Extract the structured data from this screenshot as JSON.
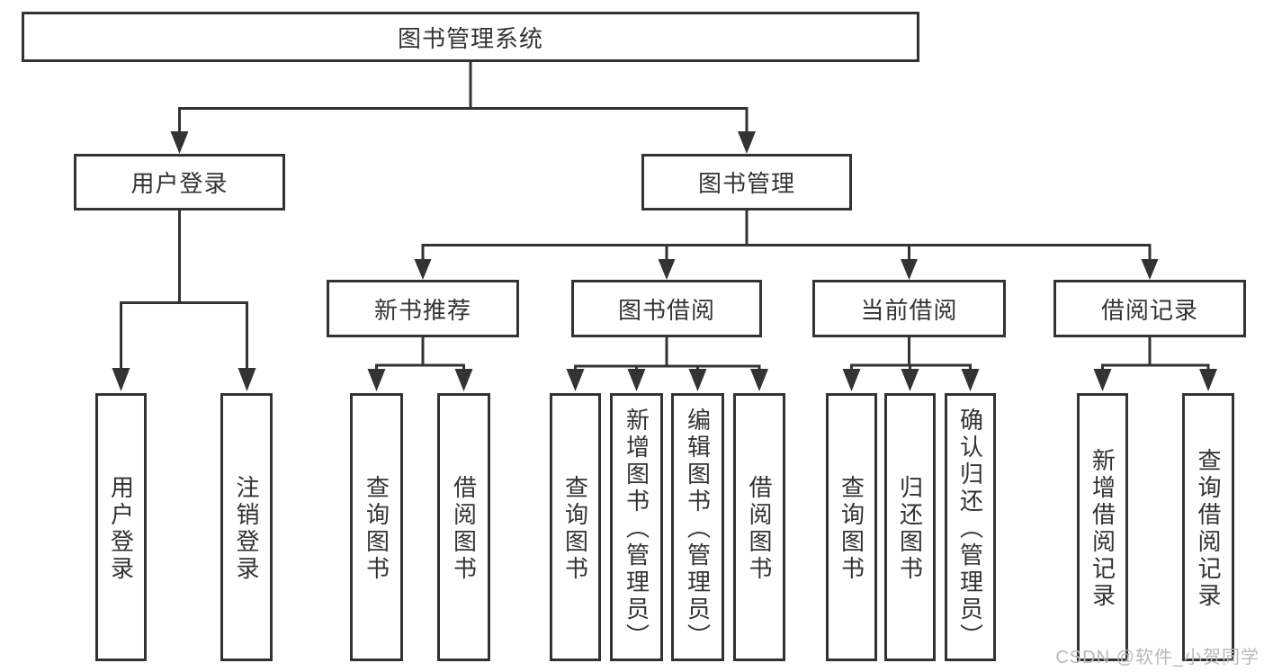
{
  "tree": {
    "label": "图书管理系统",
    "children": [
      {
        "label": "用户登录",
        "children": [
          {
            "label": "用户登录"
          },
          {
            "label": "注销登录"
          }
        ]
      },
      {
        "label": "图书管理",
        "children": [
          {
            "label": "新书推荐",
            "children": [
              {
                "label": "查询图书"
              },
              {
                "label": "借阅图书"
              }
            ]
          },
          {
            "label": "图书借阅",
            "children": [
              {
                "label": "查询图书"
              },
              {
                "label": "新增图书（管理员）"
              },
              {
                "label": "编辑图书（管理员）"
              },
              {
                "label": "借阅图书"
              }
            ]
          },
          {
            "label": "当前借阅",
            "children": [
              {
                "label": "查询图书"
              },
              {
                "label": "归还图书"
              },
              {
                "label": "确认归还（管理员）"
              }
            ]
          },
          {
            "label": "借阅记录",
            "children": [
              {
                "label": "新增借阅记录"
              },
              {
                "label": "查询借阅记录"
              }
            ]
          }
        ]
      }
    ]
  },
  "watermark": "CSDN @软件_小贺同学",
  "colors": {
    "line_and_border": "#333333",
    "text": "#333333",
    "watermark": "#b9b9b9",
    "background": "#ffffff"
  }
}
